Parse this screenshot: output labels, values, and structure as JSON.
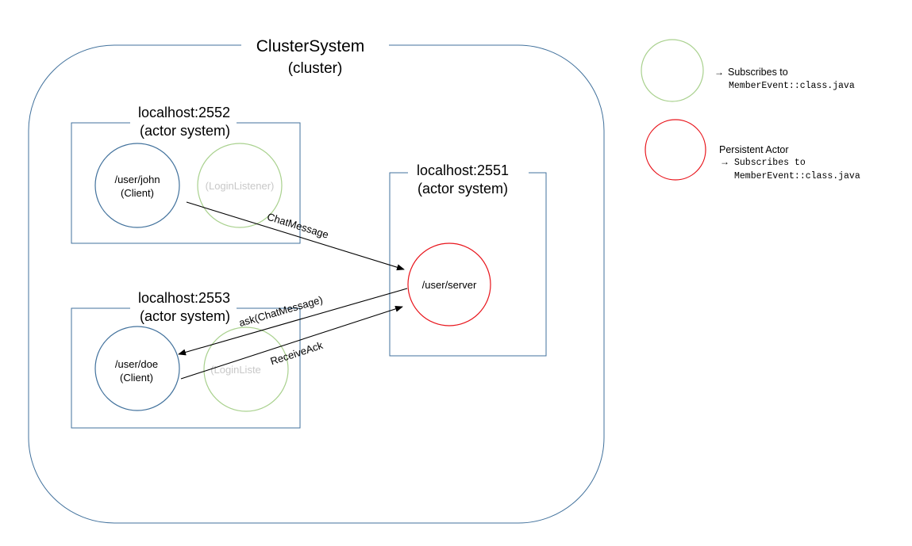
{
  "cluster": {
    "title": "ClusterSystem",
    "subtitle": "(cluster)"
  },
  "nodes": {
    "n2552": {
      "title": "localhost:2552",
      "subtitle": "(actor system)"
    },
    "n2553": {
      "title": "localhost:2553",
      "subtitle": "(actor system)"
    },
    "n2551": {
      "title": "localhost:2551",
      "subtitle": "(actor system)"
    }
  },
  "actors": {
    "john": {
      "line1": "/user/john",
      "line2": "(Client)"
    },
    "login1": {
      "line1": "(LoginListener)"
    },
    "doe": {
      "line1": "/user/doe",
      "line2": "(Client)"
    },
    "login2": {
      "line1": "(LoginListe"
    },
    "server": {
      "line1": "/user/server"
    }
  },
  "messages": {
    "chat": "ChatMessage",
    "ask": "ask(ChatMessage)",
    "ack": "ReceiveAck"
  },
  "legend": {
    "green_arrow": "→",
    "green_line1": "Subscribes to",
    "green_line2": "MemberEvent::class.java",
    "red_title": "Persistent Actor",
    "red_arrow": "→",
    "red_line1": "Subscribes to",
    "red_line2": "MemberEvent::class.java"
  },
  "colors": {
    "blue": "#41719c",
    "green": "#a9d18e",
    "red": "#e8141b",
    "faded_text": "#c8c8c8",
    "text": "#000000"
  }
}
